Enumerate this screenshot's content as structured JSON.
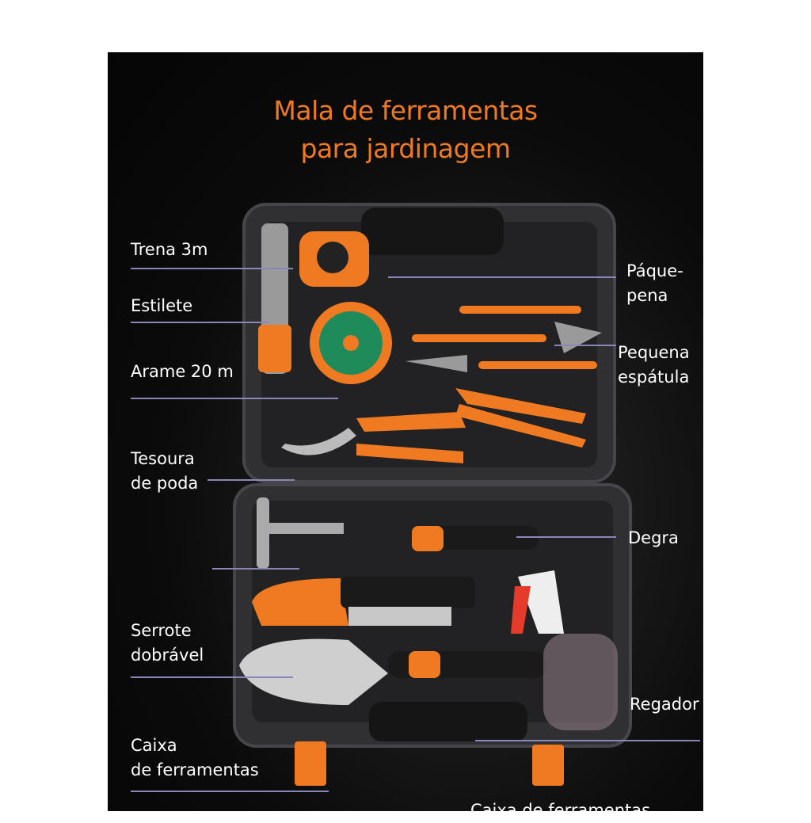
{
  "title": {
    "line1": "Mala de ferramentas",
    "line2": "para jardinagem"
  },
  "labels": {
    "tape": "Trena 3m",
    "knife": "Estilete",
    "wire": "Arame 20 m",
    "pruner": "Tesoura\nde poda",
    "shovel": "Páque-\npena",
    "small_spatula": "Pequena\nespátula",
    "rake": "Degra",
    "saw": "Serrote\ndobrável",
    "sprayer": "Regador",
    "case": "Caixa\nde ferramentas",
    "bottom_caption": "Caixa de ferramentas"
  },
  "colors": {
    "accent": "#f07a22",
    "case": "#2b2b2d",
    "line": "#8a86b8"
  }
}
